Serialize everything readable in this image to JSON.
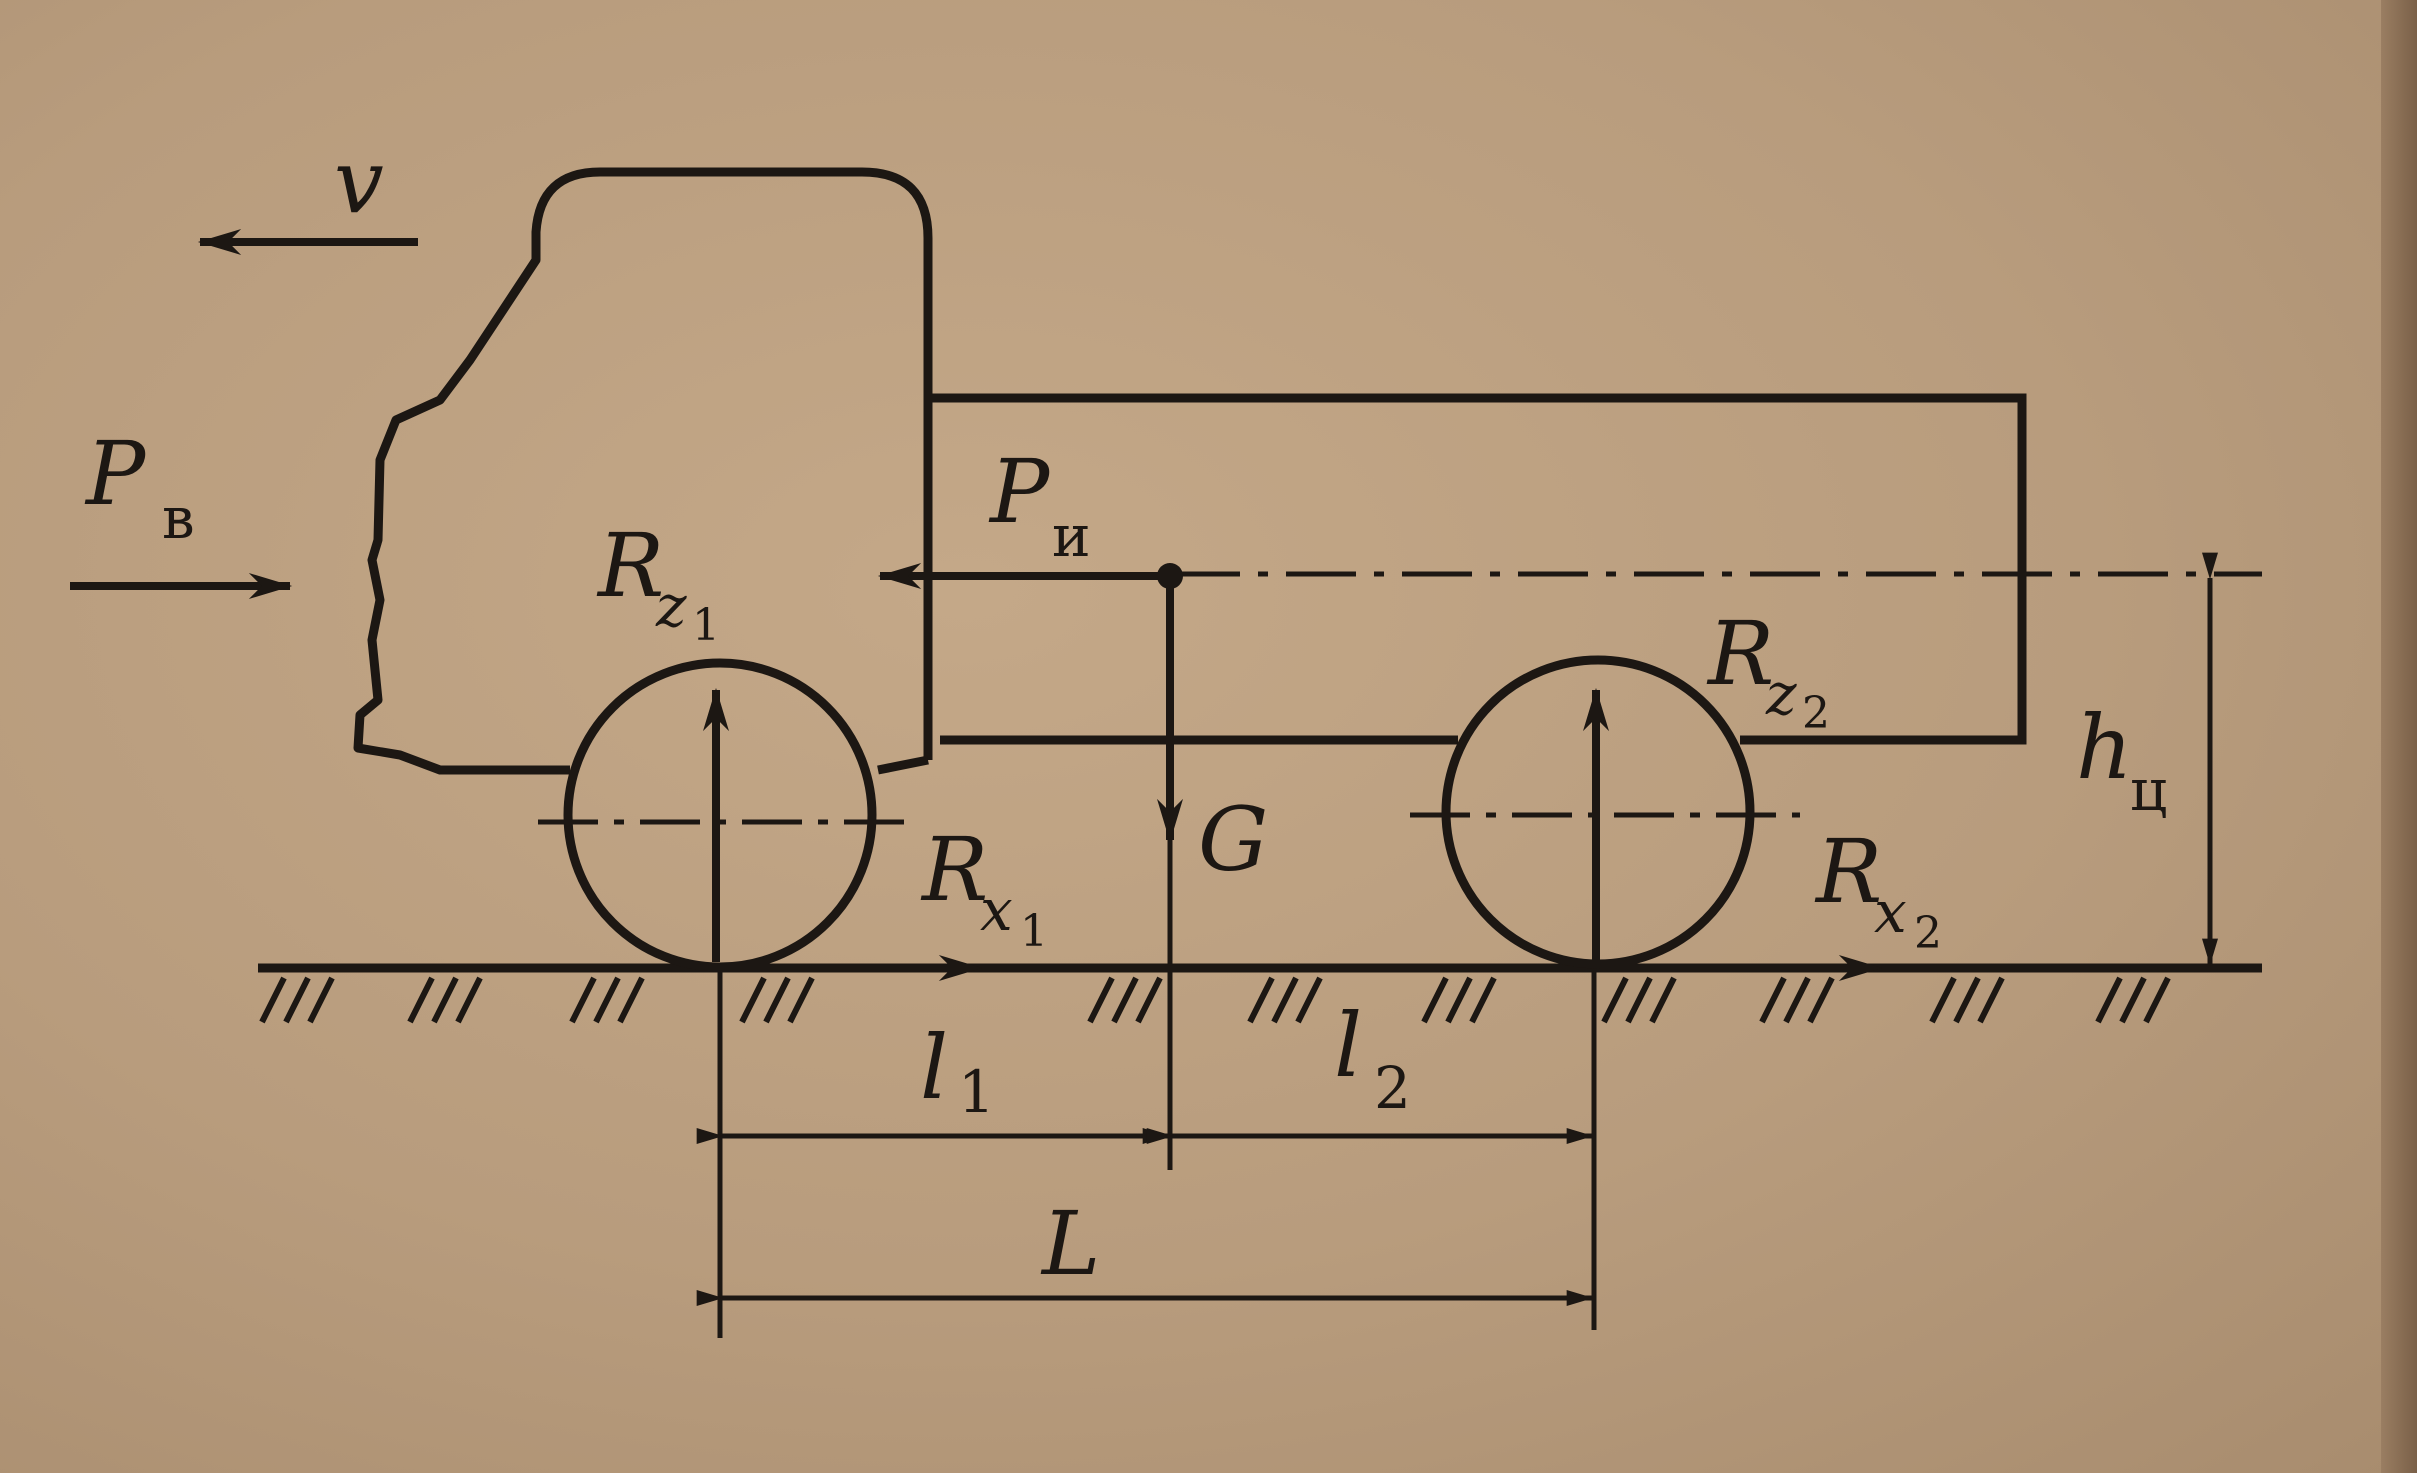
{
  "labels": {
    "velocity": "v",
    "air_force": "P",
    "air_force_sub": "в",
    "inertia_force": "P",
    "inertia_force_sub": "и",
    "front_normal": "R",
    "front_normal_sub": "z",
    "front_normal_subsub": "1",
    "rear_normal": "R",
    "rear_normal_sub": "z",
    "rear_normal_subsub": "2",
    "front_tangential": "R",
    "front_tangential_sub": "x",
    "front_tangential_subsub": "1",
    "rear_tangential": "R",
    "rear_tangential_sub": "x",
    "rear_tangential_subsub": "2",
    "weight": "G",
    "cg_height": "h",
    "cg_height_sub": "ц",
    "front_distance": "l",
    "front_distance_sub": "1",
    "rear_distance": "l",
    "rear_distance_sub": "2",
    "wheelbase": "L"
  },
  "colors": {
    "ink": "#1c1713",
    "paper": "#b89c7d"
  }
}
